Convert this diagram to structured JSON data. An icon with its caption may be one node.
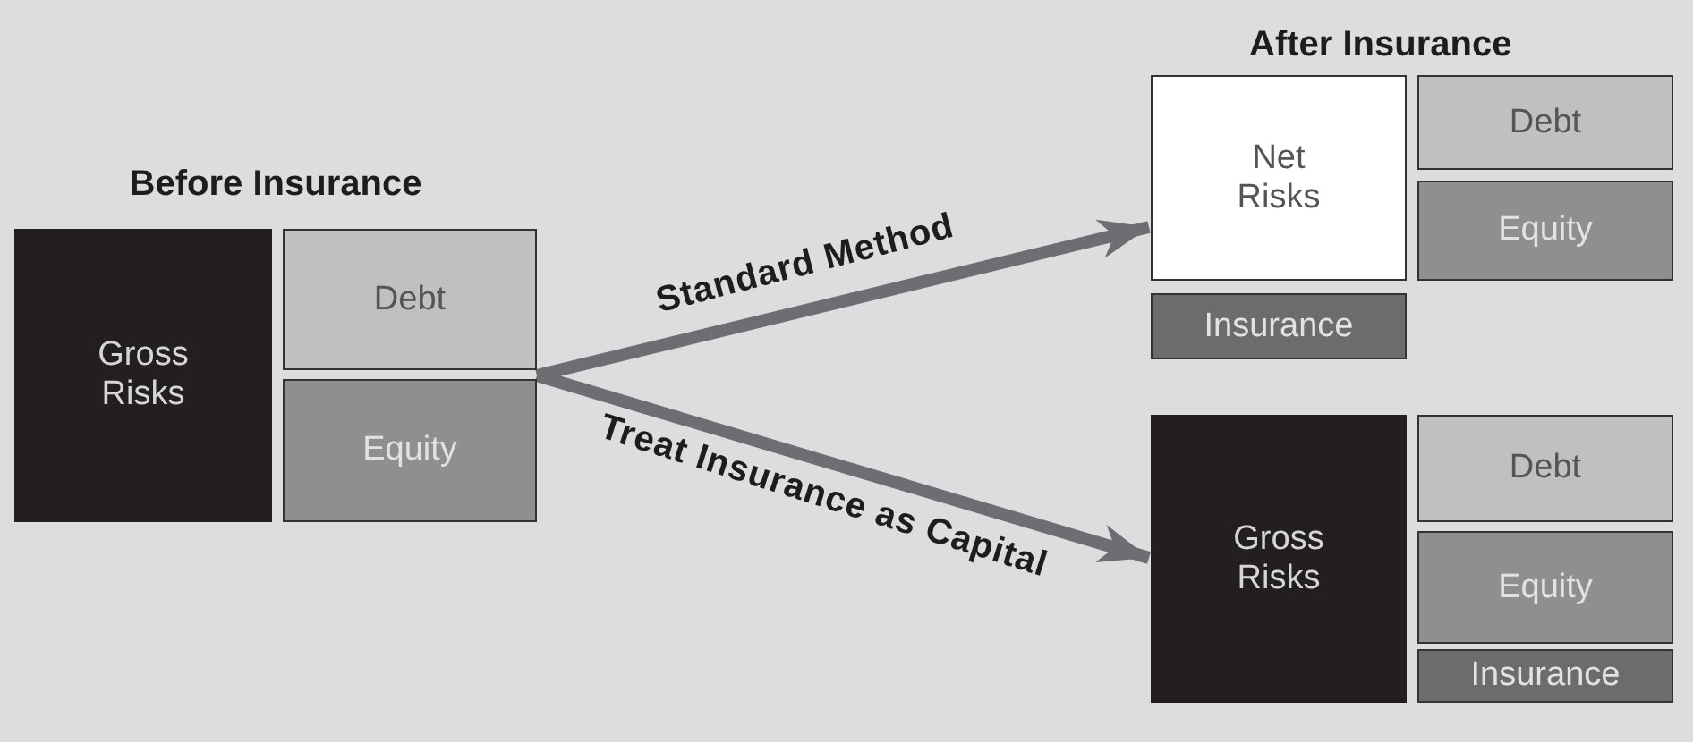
{
  "diagram": {
    "nodes": [
      {
        "text": [
          "Before Insurance"
        ]
      },
      {
        "text": [
          "Gross Risks"
        ],
        "in": 0
      },
      {
        "text": [
          "Debt"
        ],
        "in": 0
      },
      {
        "text": [
          "Equity"
        ],
        "in": 0
      },
      {
        "text": [
          "Net Risks"
        ]
      },
      {
        "text": [
          "Debt"
        ]
      },
      {
        "text": [
          "Equity"
        ]
      },
      {
        "text": [
          "Insurance"
        ]
      },
      {
        "text": [
          "Gross Risks"
        ]
      },
      {
        "text": [
          "Debt"
        ]
      },
      {
        "text": [
          "Equity"
        ]
      },
      {
        "text": [
          "Insurance"
        ]
      }
    ],
    "edges": [
      {
        "from": 0,
        "to": 4,
        "arrow": "to",
        "label": "Standard Method"
      },
      {
        "from": 0,
        "to": 8,
        "arrow": "to",
        "label": "Treat Insurance as Capital"
      }
    ],
    "labels": [
      "After Insurance"
    ]
  }
}
